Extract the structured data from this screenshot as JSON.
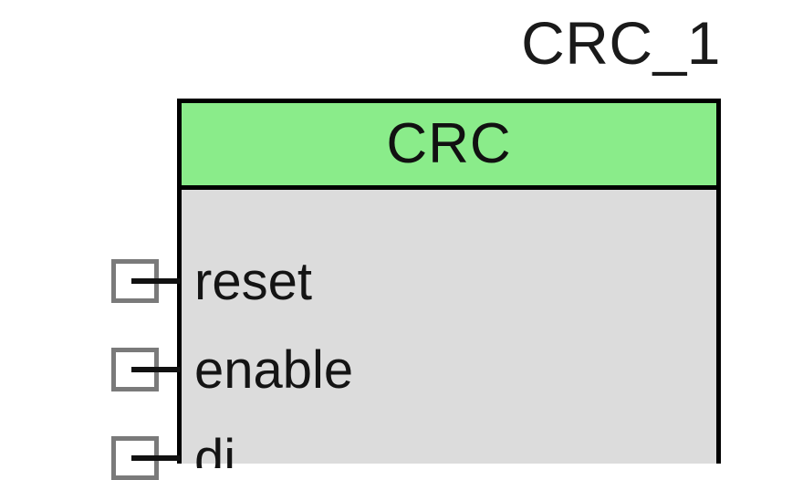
{
  "diagram": {
    "type": "hdl-block-symbol",
    "instance_title": "CRC_1",
    "block": {
      "header_label": "CRC",
      "header_color": "#8aec8a",
      "body_color": "#dcdcdc",
      "border_color": "#000000",
      "ports": [
        {
          "name": "reset",
          "direction": "input",
          "glyph": "input-port-square"
        },
        {
          "name": "enable",
          "direction": "input",
          "glyph": "input-port-square"
        },
        {
          "name": "di",
          "direction": "input",
          "glyph": "input-port-square",
          "clipped": true
        }
      ]
    }
  }
}
